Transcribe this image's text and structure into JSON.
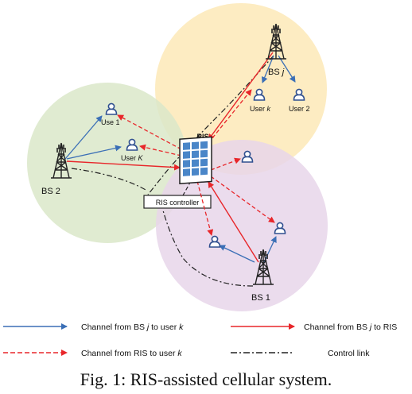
{
  "colors": {
    "bs_to_user": "#3b6fb6",
    "bs_to_ris": "#e8262a",
    "ris_to_user": "#e8262a",
    "control": "#222222",
    "cell_bs_j": "#fde9b7",
    "cell_bs_2": "#dbe8c9",
    "cell_bs_1": "#e7d6ea",
    "ris_panel": "#4a86c8",
    "user_icon": "#2f4f8f"
  },
  "labels": {
    "bs_j_prefix": "BS ",
    "bs_j_italic": "j",
    "bs_2": "BS 2",
    "bs_1": "BS 1",
    "user_k_prefix": "User ",
    "user_k_italic": "k",
    "user_2": "User 2",
    "use_1": "Use 1",
    "user_K_prefix": "User ",
    "user_K_italic": "K",
    "ris": "RIS",
    "ris_controller": "RIS controller"
  },
  "legend": {
    "item1": {
      "prefix": "Channel from BS ",
      "i1": "j",
      "mid": " to user ",
      "i2": "k",
      "suffix": ""
    },
    "item2": {
      "prefix": "Channel from BS ",
      "i1": "j",
      "mid": " to RIS",
      "i2": "",
      "suffix": ""
    },
    "item3": {
      "prefix": "Channel from RIS to user ",
      "i1": "k",
      "mid": "",
      "i2": "",
      "suffix": ""
    },
    "item4": {
      "prefix": "Control link",
      "i1": "",
      "mid": "",
      "i2": "",
      "suffix": ""
    }
  },
  "caption": "Fig. 1: RIS-assisted cellular system."
}
